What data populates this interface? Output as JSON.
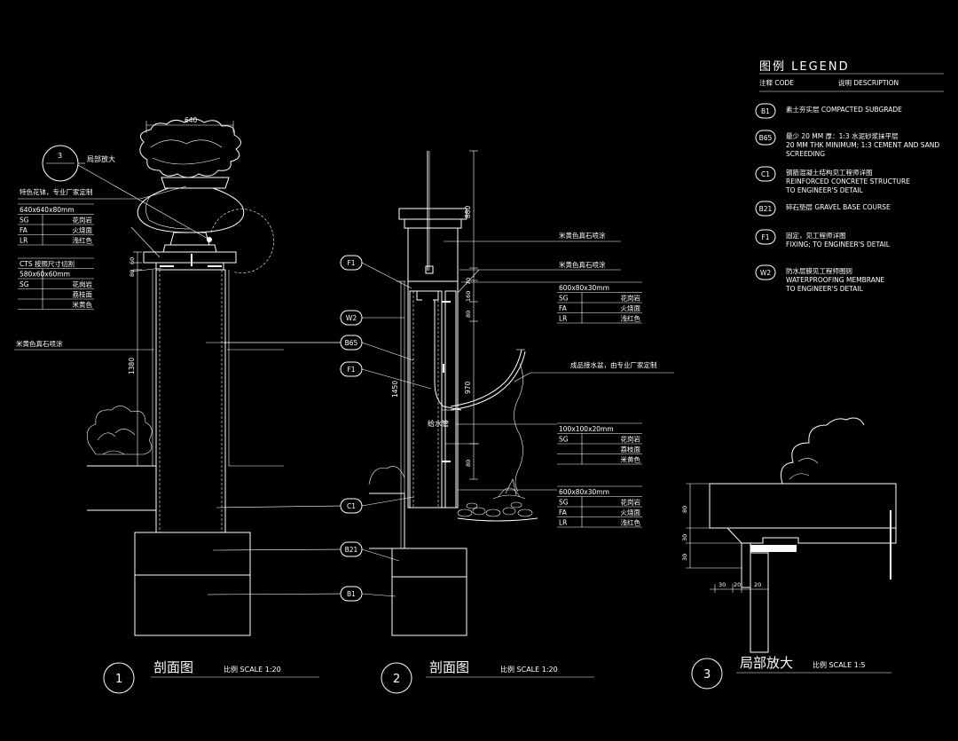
{
  "legend": {
    "title": "图例 LEGEND",
    "code_header": "注释 CODE",
    "desc_header": "说明  DESCRIPTION",
    "items": [
      {
        "code": "B1",
        "lines": [
          "素土夯实层    COMPACTED SUBGRADE"
        ]
      },
      {
        "code": "B65",
        "lines": [
          "最少 20 MM 厚：1:3 水泥砂浆抹平层",
          "20 MM THK MINIMUM; 1:3 CEMENT AND SAND",
          "SCREEDING"
        ]
      },
      {
        "code": "C1",
        "lines": [
          "钢筋混凝土结构见工程师详图",
          "REINFORCED CONCRETE STRUCTURE",
          "TO ENGINEER'S DETAIL"
        ]
      },
      {
        "code": "B21",
        "lines": [
          "碎石垫层    GRAVEL BASE COURSE"
        ]
      },
      {
        "code": "F1",
        "lines": [
          "固定，见工程师详图",
          "FIXING;  TO ENGINEER'S DETAIL"
        ]
      },
      {
        "code": "W2",
        "lines": [
          "防水层膜见工程师图则",
          "WATERPROOFING MEMBRANE",
          "TO ENGINEER'S DETAIL"
        ]
      }
    ]
  },
  "section1": {
    "number": "1",
    "title": "剖面图",
    "scale": "比例 SCALE 1:20",
    "dim_top": "640",
    "dim_height": "1380",
    "dim_cap": "60",
    "dim_cap2": "80",
    "callout_number": "3",
    "callout_label": "局部放大",
    "planter_note": "特色花钵，专业厂家定制",
    "side_note": "米黄色真石喷涂",
    "table_a": [
      [
        "640x640x80mm",
        ""
      ],
      [
        "SG",
        "花岗岩"
      ],
      [
        "FA",
        "火烧面"
      ],
      [
        "LR",
        "浅红色"
      ]
    ],
    "table_b": [
      [
        "CTS 按照尺寸切割",
        ""
      ],
      [
        "580x60x60mm",
        ""
      ],
      [
        "SG",
        "花岗岩"
      ],
      [
        "",
        "荔枝面"
      ],
      [
        "",
        "米黄色"
      ]
    ]
  },
  "section2": {
    "number": "2",
    "title": "剖面图",
    "scale": "比例 SCALE 1:20",
    "tags": [
      "F1",
      "W2",
      "B65",
      "F1",
      "C1",
      "B21",
      "B1"
    ],
    "dim_height": "1450",
    "dims_right": [
      "880",
      "70",
      "160",
      "80",
      "970",
      "80"
    ],
    "note_top1": "米黄色真石喷涂",
    "note_top2": "米黄色真石喷涂",
    "basin_note": "成品接水盆，由专业厂家定制",
    "pipe_note": "给水管",
    "table_a": [
      [
        "600x80x30mm",
        ""
      ],
      [
        "SG",
        "花岗岩"
      ],
      [
        "FA",
        "火烧面"
      ],
      [
        "LR",
        "浅红色"
      ]
    ],
    "table_b": [
      [
        "100x100x20mm",
        ""
      ],
      [
        "SG",
        "花岗岩"
      ],
      [
        "",
        "荔枝面"
      ],
      [
        "",
        "米黄色"
      ]
    ],
    "table_c": [
      [
        "600x80x30mm",
        ""
      ],
      [
        "SG",
        "花岗岩"
      ],
      [
        "FA",
        "火烧面"
      ],
      [
        "LR",
        "浅红色"
      ]
    ]
  },
  "detail3": {
    "number": "3",
    "title": "局部放大",
    "scale": "比例 SCALE 1:5",
    "dims_left": [
      "80",
      "30",
      "30"
    ],
    "dims_bottom": [
      "30",
      "20",
      "20"
    ]
  },
  "colors": {
    "background": "#000000",
    "line": "#ffffff"
  }
}
